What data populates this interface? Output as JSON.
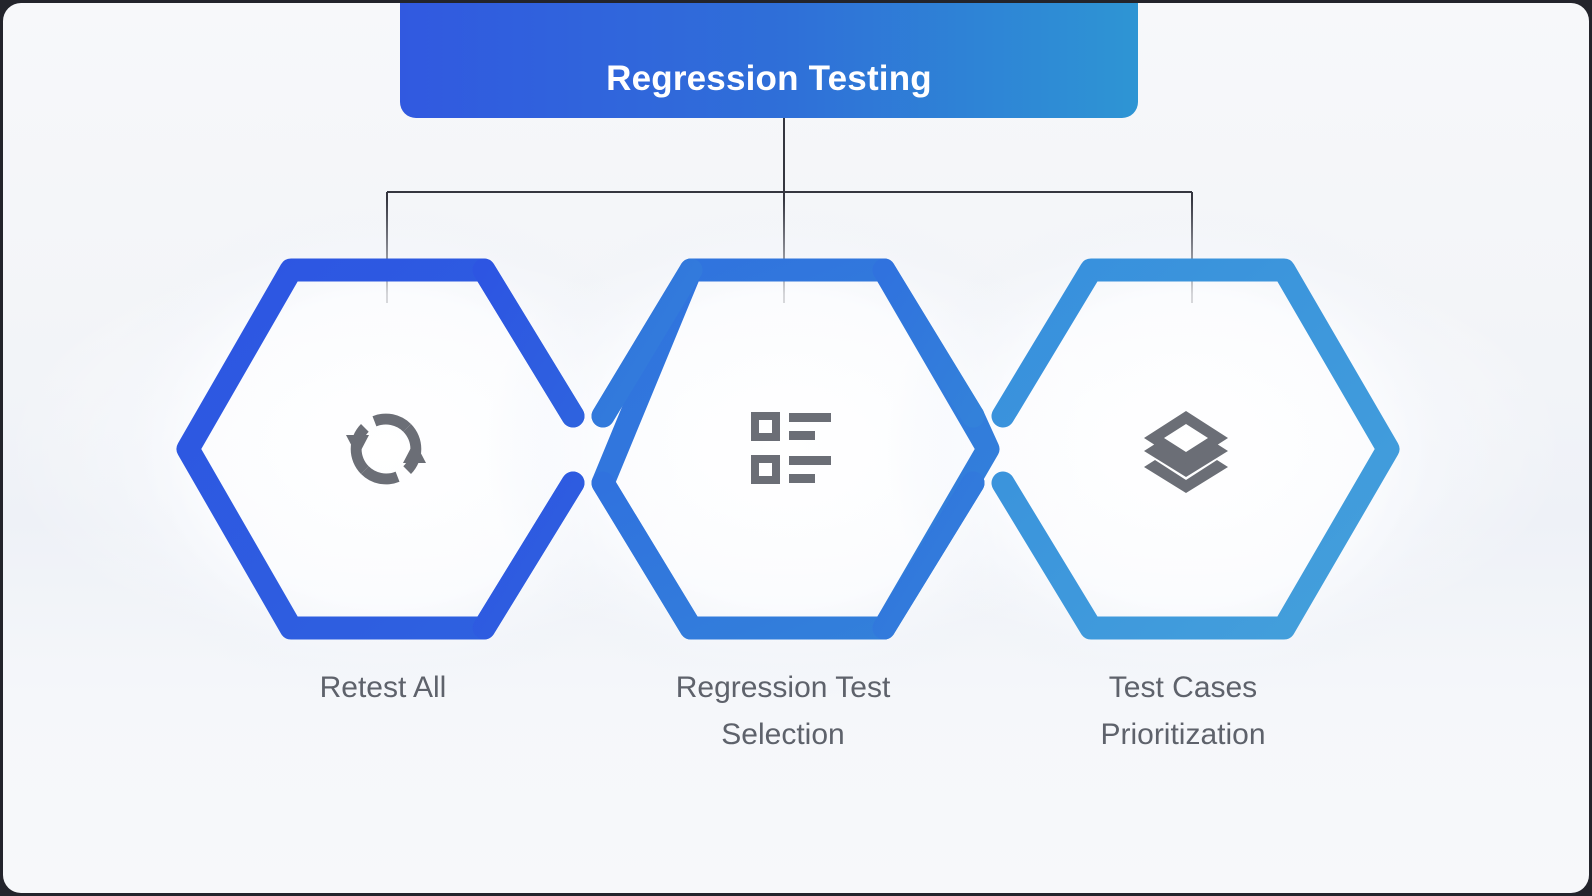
{
  "diagram": {
    "title": "Regression Testing",
    "type": "hierarchy-hexagon-flow",
    "header": {
      "label": "Regression Testing",
      "gradient_from": "#3159E0",
      "gradient_to": "#2E95D4",
      "text_color": "#FFFFFF"
    },
    "connector": {
      "color": "#353640",
      "style": "orthogonal-bracket"
    },
    "background_color": "#F5F7FA",
    "frame_color": "#23242B",
    "nodes": [
      {
        "id": "retest-all",
        "label": "Retest All",
        "label_line1": "Retest All",
        "label_line2": "",
        "icon": "refresh-sync-icon",
        "stroke_color": "#2D5BE0",
        "icon_color": "#6B6E76",
        "label_color": "#5E626B"
      },
      {
        "id": "regression-test-selection",
        "label": "Regression Test Selection",
        "label_line1": "Regression Test",
        "label_line2": "Selection",
        "icon": "list-bullets-icon",
        "stroke_color": "#3379DC",
        "icon_color": "#6B6E76",
        "label_color": "#5E626B"
      },
      {
        "id": "test-cases-prioritization",
        "label": "Test Cases Prioritization",
        "label_line1": "Test Cases",
        "label_line2": "Prioritization",
        "icon": "layers-stack-icon",
        "stroke_color": "#3E97DB",
        "icon_color": "#6B6E76",
        "label_color": "#5E626B"
      }
    ]
  }
}
